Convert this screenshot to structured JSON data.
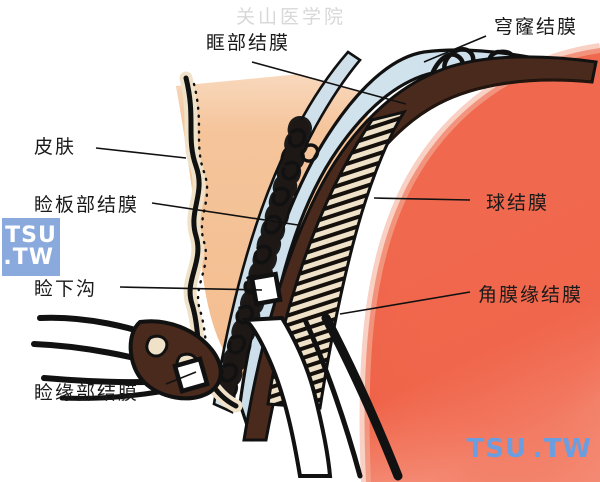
{
  "figure": {
    "title_watermark": "关山医学院",
    "subject": "conjunctiva-sagittal-section"
  },
  "labels": [
    {
      "id": "orbital-conjunctiva",
      "text": "眶部结膜",
      "side": "top"
    },
    {
      "id": "fornix-conjunctiva",
      "text": "穹窿结膜",
      "side": "right"
    },
    {
      "id": "skin",
      "text": "皮肤",
      "side": "left"
    },
    {
      "id": "tarsal-conjunctiva",
      "text": "睑板部结膜",
      "side": "left"
    },
    {
      "id": "subtarsal-groove",
      "text": "睑下沟",
      "side": "left"
    },
    {
      "id": "marginal-conjunctiva",
      "text": "睑缘部结膜",
      "side": "left"
    },
    {
      "id": "bulbar-conjunctiva",
      "text": "球结膜",
      "side": "right"
    },
    {
      "id": "limbal-conjunctiva",
      "text": "角膜缘结膜",
      "side": "right"
    }
  ],
  "watermarks": {
    "left_badge": {
      "line1": "TSU",
      "line2": ".TW"
    },
    "bottom_right": {
      "line1": "TSU",
      "line2": ".TW"
    }
  },
  "colors": {
    "skin": "#f5c49a",
    "globe": "#f0694f",
    "conjunctiva": "#c8dce8",
    "tarsal_plate": "#4a2a1c",
    "glands": "#ef8577",
    "outline": "#111111",
    "watermark_box": "#8aa9dd",
    "watermark_text": "#6a9ee0",
    "title_faint": "#d8d8d8"
  }
}
